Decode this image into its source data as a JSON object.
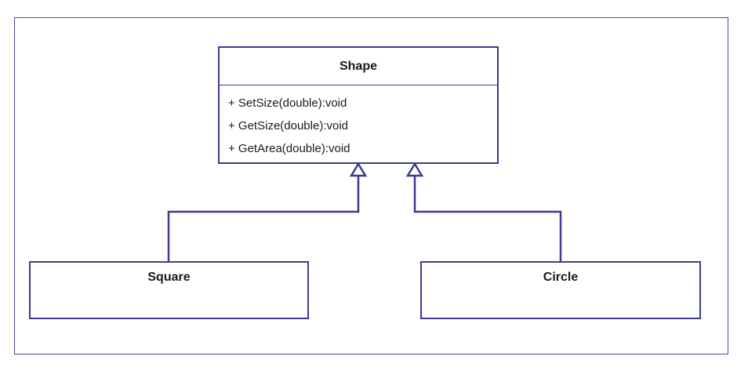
{
  "diagram": {
    "classes": [
      {
        "id": "shape",
        "name": "Shape",
        "methods": [
          "+ SetSize(double):void",
          "+ GetSize(double):void",
          "+ GetArea(double):void"
        ]
      },
      {
        "id": "square",
        "name": "Square",
        "methods": []
      },
      {
        "id": "circle",
        "name": "Circle",
        "methods": []
      }
    ],
    "relationships": [
      {
        "type": "generalization",
        "from": "square",
        "to": "shape"
      },
      {
        "type": "generalization",
        "from": "circle",
        "to": "shape"
      }
    ],
    "colors": {
      "frame_border": "#4a43a6",
      "class_border": "#3b3b8f",
      "connector": "#3b3b8f",
      "text": "#1a1a1a"
    }
  }
}
